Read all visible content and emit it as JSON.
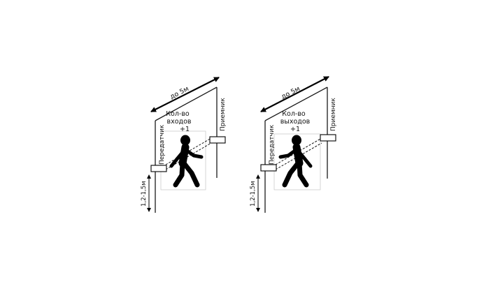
{
  "diagrams": [
    {
      "distance_label": "до 5м",
      "counter_label_line1": "Кол-во",
      "counter_label_line2": "входов",
      "counter_label_line3": "+1",
      "transmitter_label": "Передатчик",
      "receiver_label": "Приемник",
      "height_label": "1,2-1,5м",
      "person_icon": "walking-person-icon",
      "person_facing": "right"
    },
    {
      "distance_label": "до 5м",
      "counter_label_line1": "Кол-во",
      "counter_label_line2": "выходов",
      "counter_label_line3": "+1",
      "transmitter_label": "Передатчик",
      "receiver_label": "Приемник",
      "height_label": "1,2-1,5м",
      "person_icon": "walking-person-icon",
      "person_facing": "left"
    }
  ],
  "colors": {
    "ink": "#000000",
    "frame": "#1a1a1a",
    "background": "#ffffff",
    "floor": "#cccccc"
  }
}
